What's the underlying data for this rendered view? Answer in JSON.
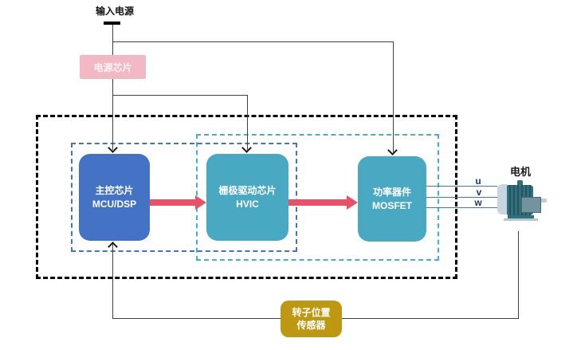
{
  "diagram": {
    "power_input_label": "输入电源",
    "power_chip_label": "电源芯片",
    "blocks": {
      "mcu": {
        "line1": "主控芯片",
        "line2": "MCU/DSP"
      },
      "hvic": {
        "line1": "栅极驱动芯片",
        "line2": "HVIC"
      },
      "mosfet": {
        "line1": "功率器件",
        "line2": "MOSFET"
      }
    },
    "motor_label": "电机",
    "phase_labels": {
      "u": "u",
      "v": "v",
      "w": "w"
    },
    "sensor": {
      "line1": "转子位置",
      "line2": "传感器"
    },
    "colors": {
      "mcu_block": "#4472C4",
      "driver_blocks": "#4AA9C2",
      "power_chip_box": "#F2B9C4",
      "sensor_box": "#BF9812",
      "signal_arrow": "#E85268",
      "inner_frame_blue": "#4472C4",
      "inner_frame_cyan": "#45B0CE",
      "outer_frame": "#000000",
      "wire": "#404040",
      "phase_wire": "#4472C4"
    }
  }
}
